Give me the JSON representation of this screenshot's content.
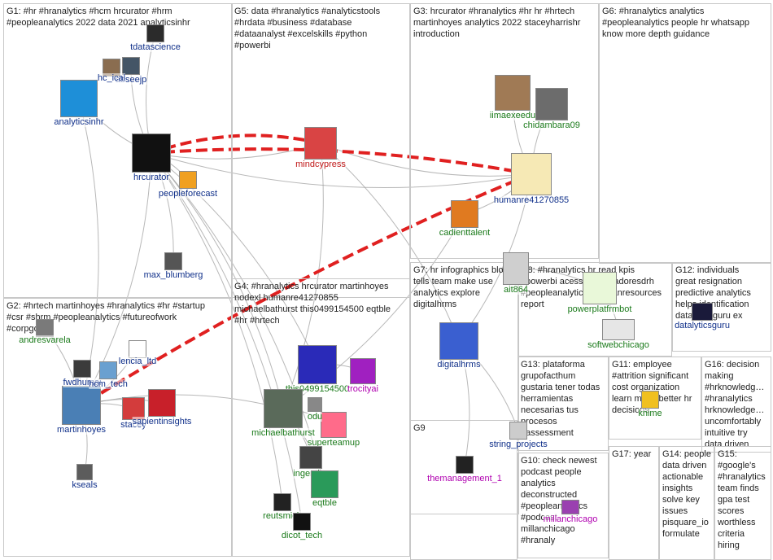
{
  "groups": [
    {
      "id": "g1",
      "text": "G1: #hr #hranalytics #hcm hrcurator #hrm\n#peopleanalytics 2022 data 2021 analyticsinhr"
    },
    {
      "id": "g5",
      "text": "G5: data #hranalytics #analyticstools\n#hrdata #business #database\n#dataanalyst #excelskills #python\n#powerbi"
    },
    {
      "id": "g3",
      "text": "G3: hrcurator #hranalytics #hr hr #hrtech\nmartinhoyes analytics 2022 staceyharrishr\nintroduction"
    },
    {
      "id": "g6",
      "text": "G6: #hranalytics analytics\n#peopleanalytics people hr whatsapp\nknow more depth guidance"
    },
    {
      "id": "g2",
      "text": "G2: #hrtech martinhoyes #hranalytics #hr #startup\n#csr #shrm #peopleanalytics #futureofwork\n#corpgov"
    },
    {
      "id": "g4",
      "text": "G4: #hranalytics hrcurator martinhoyes\nnodexl humanre41270855\nmichaelbathurst this0499154500 eqtble\n#hr #hrtech"
    },
    {
      "id": "g7",
      "text": "G7: hr infographics blog\ntells team make use\nanalytics explore\ndigitalhrms"
    },
    {
      "id": "g8",
      "text": "G8: #hranalytics hr read kpis\n#powerbi acesse #indicadoresdrh\n#peopleanalytics #humanresources\nreport"
    },
    {
      "id": "g12",
      "text": "G12: individuals\ngreat resignation\npredictive analytics\nhelps identification\ndatalyticsguru ex"
    },
    {
      "id": "g13",
      "text": "G13: plataforma\ngrupofacthum\ngustaria tener todas\nherramientas\nnecesarias tus\nprocesos\n#assessment"
    },
    {
      "id": "g11",
      "text": "G11: employee\n#attrition significant\ncost organization\nlearn make better hr\ndecisions"
    },
    {
      "id": "g16",
      "text": "G16: decision\nmaking\n#hrknowledg…\n#hranalytics\nhrknowledge…\nuncomfortably\nintuitive try\ndata driven"
    },
    {
      "id": "g9",
      "text": "G9"
    },
    {
      "id": "g10",
      "text": "G10: check newest\npodcast people\nanalytics\ndeconstructed\n#peopleanalytics\n#podcast\nmillanchicago\n#hranaly"
    },
    {
      "id": "g17",
      "text": "G17: year"
    },
    {
      "id": "g14",
      "text": "G14: people\ndata driven\nactionable\ninsights\nsolve key\nissues\npisquare_io\nformulate"
    },
    {
      "id": "g15",
      "text": "G15:\n#google's\n#hranalytics\nteam finds\ngpa test\nscores\nworthless\ncriteria\nhiring"
    }
  ],
  "nodes": [
    {
      "id": "hrcurator",
      "label": "hrcurator",
      "color": "#111111"
    },
    {
      "id": "analyticsinhr",
      "label": "analyticsinhr",
      "color": "#1e8fd8"
    },
    {
      "id": "tdatascience",
      "label": "tdatascience",
      "color": "#2b2b2b"
    },
    {
      "id": "abseejp",
      "label": "abseejp",
      "color": "#445566"
    },
    {
      "id": "hc_ical",
      "label": "hc_ical",
      "color": "#8a6d50"
    },
    {
      "id": "peopleforecast",
      "label": "peopleforecast",
      "color": "#f0a020"
    },
    {
      "id": "max_blumberg",
      "label": "max_blumberg",
      "color": "#555555"
    },
    {
      "id": "mindcypress",
      "label": "mindcypress",
      "color": "#d94444"
    },
    {
      "id": "iimaexeedu",
      "label": "iimaexeedu",
      "color": "#a07a55"
    },
    {
      "id": "chidambara09",
      "label": "chidambara09",
      "color": "#6c6c6c"
    },
    {
      "id": "humanre41270855",
      "label": "humanre41270855",
      "color": "#f6e9b5"
    },
    {
      "id": "cadienttalent",
      "label": "cadienttalent",
      "color": "#e07a20"
    },
    {
      "id": "martinhoyes",
      "label": "martinhoyes",
      "color": "#4a7fb5"
    },
    {
      "id": "stacey",
      "label": "stacey",
      "color": "#d33c3c"
    },
    {
      "id": "sapientinsights",
      "label": "sapientinsights",
      "color": "#c8202a"
    },
    {
      "id": "fwdhumai",
      "label": "fwdhumai",
      "color": "#3b3b3b"
    },
    {
      "id": "hcm_tech",
      "label": "hcm_tech",
      "color": "#6aa0d0"
    },
    {
      "id": "lencia_ltd",
      "label": "lencia_ltd",
      "color": "#ffffff"
    },
    {
      "id": "andresvarela",
      "label": "andresvarela",
      "color": "#7a7a7a"
    },
    {
      "id": "kseals",
      "label": "kseals",
      "color": "#5c5c5c"
    },
    {
      "id": "this0499154500",
      "label": "this0499154500",
      "color": "#2a2ab8"
    },
    {
      "id": "trocityai",
      "label": "trocityai",
      "color": "#a020c0"
    },
    {
      "id": "michaelbathurst",
      "label": "michaelbathurst",
      "color": "#5a6a5a"
    },
    {
      "id": "superteamup",
      "label": "superteamup",
      "color": "#ff6b8a"
    },
    {
      "id": "ingentis",
      "label": "ingentiss",
      "color": "#444444"
    },
    {
      "id": "eqtble",
      "label": "eqtble",
      "color": "#2a9a5a"
    },
    {
      "id": "reutsmich",
      "label": "reutsmich",
      "color": "#222222"
    },
    {
      "id": "dicot_tech",
      "label": "dicot_tech",
      "color": "#111111"
    },
    {
      "id": "odu",
      "label": "odu",
      "color": "#888888"
    },
    {
      "id": "digitalhrms",
      "label": "digitalhrms",
      "color": "#3a5fd0"
    },
    {
      "id": "ait864",
      "label": "ait864",
      "color": "#cfcfcf"
    },
    {
      "id": "powerplatfrmbot",
      "label": "powerplatfrmbot",
      "color": "#e9f8d9"
    },
    {
      "id": "softwebchicago",
      "label": "softwebchicago",
      "color": "#e6e6e6"
    },
    {
      "id": "datalyticsguru",
      "label": "datalyticsguru",
      "color": "#1a1a3a"
    },
    {
      "id": "knime",
      "label": "knime",
      "color": "#f0c020"
    },
    {
      "id": "string_projects",
      "label": "string_projects",
      "color": "#cccccc"
    },
    {
      "id": "themanagement_1",
      "label": "themanagement_1",
      "color": "#222222"
    },
    {
      "id": "millanchicago",
      "label": "millanchicago",
      "color": "#9a40b0"
    }
  ]
}
